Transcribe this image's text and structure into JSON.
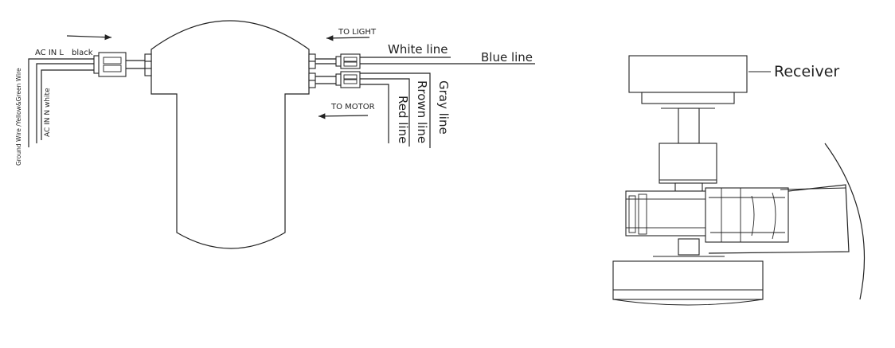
{
  "wiring": {
    "ac_in_l": "AC IN L",
    "black": "black",
    "ground_wire": "Ground Wire /Yellow&Green Wire",
    "ac_in_n": "AC IN N white",
    "to_light": "TO LIGHT",
    "to_motor": "TO MOTOR",
    "white_line": "White line",
    "blue_line": "Blue line",
    "red_line": "Red line",
    "brown_line": "Rrown line",
    "gray_line": "Gray line"
  },
  "assembly": {
    "receiver": "Receiver"
  },
  "colors": {
    "stroke": "#222222",
    "background": "#ffffff"
  }
}
